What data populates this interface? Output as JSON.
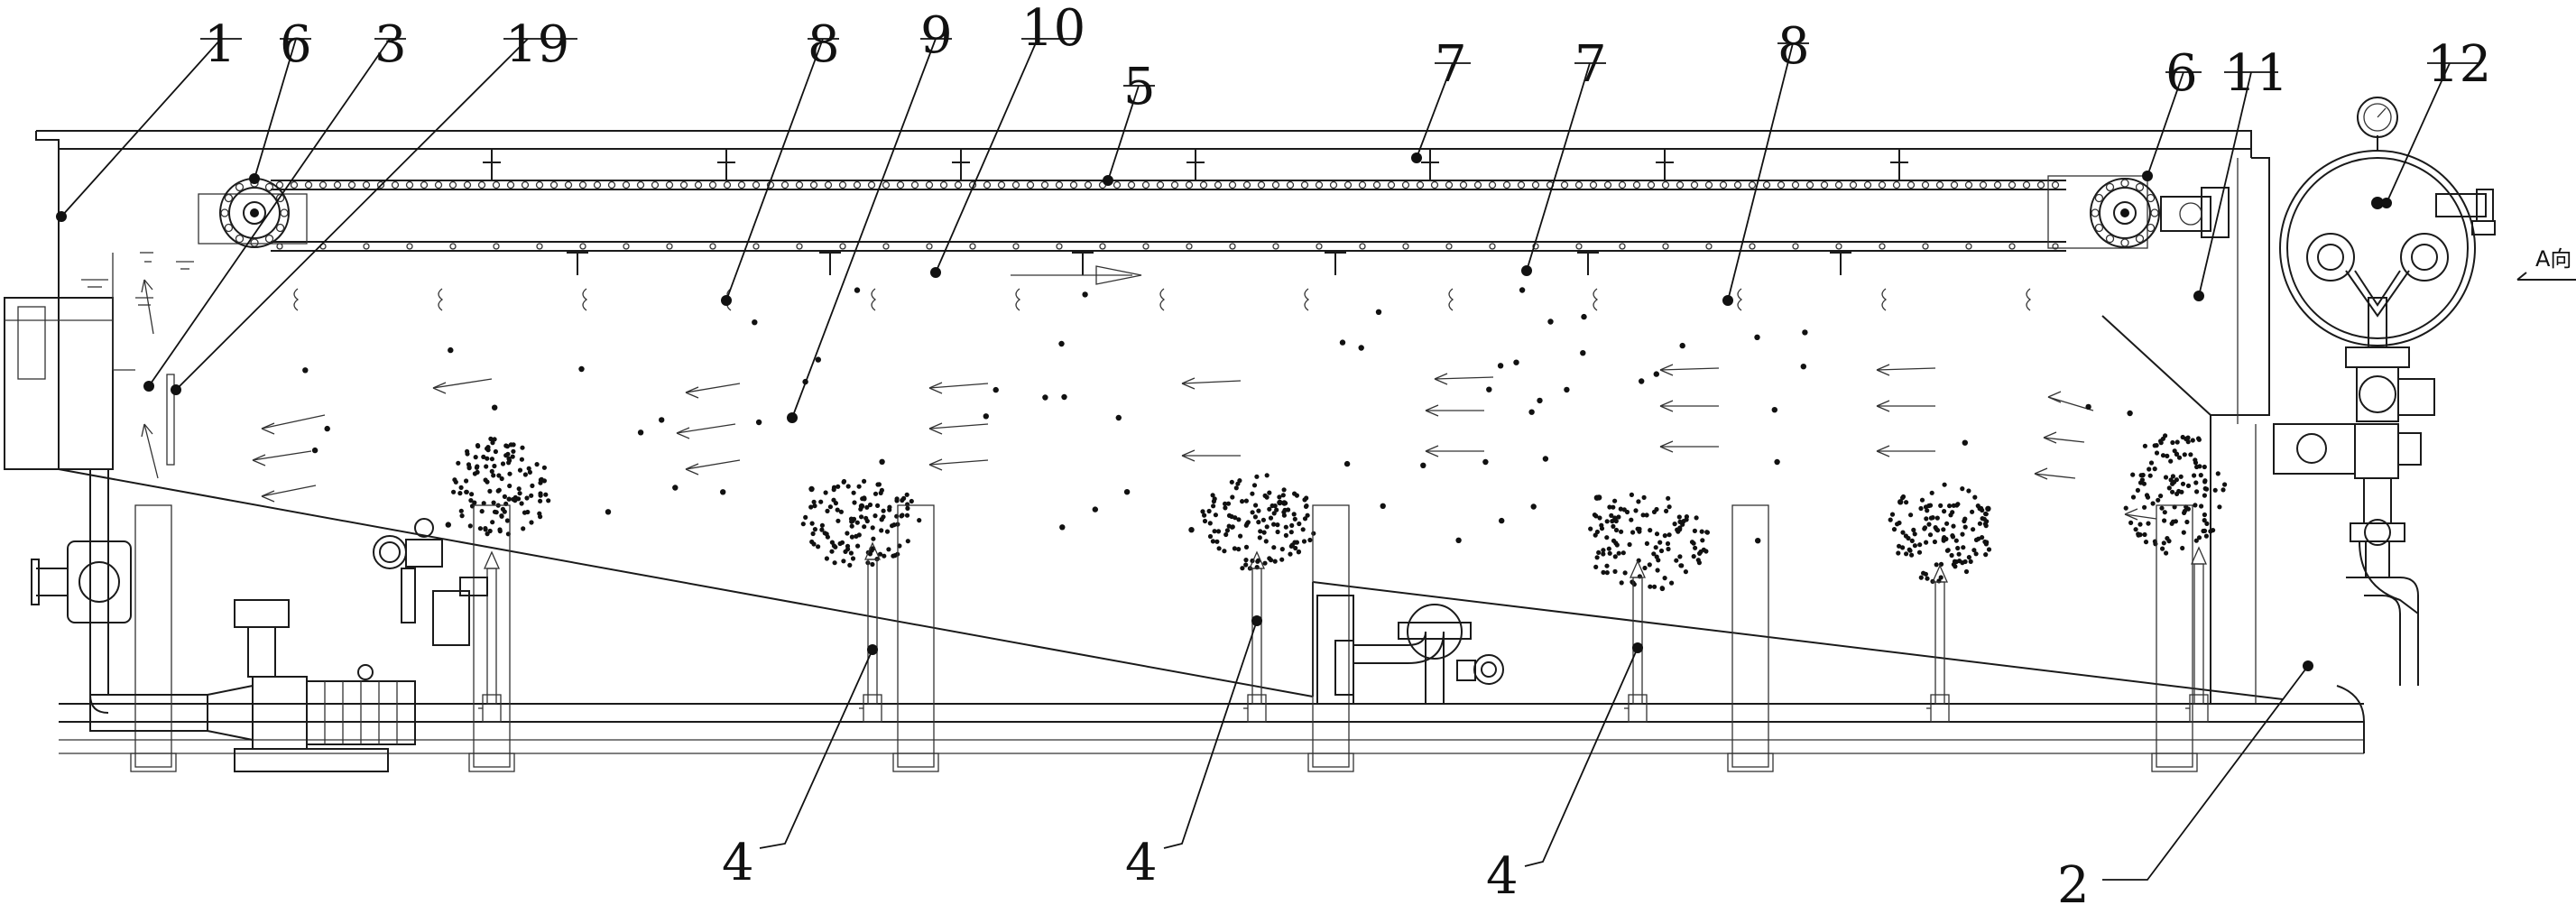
{
  "labels": {
    "l1": "1",
    "l6a": "6",
    "l3": "3",
    "l19": "19",
    "l8a": "8",
    "l9": "9",
    "l10": "10",
    "l5": "5",
    "l7a": "7",
    "l7b": "7",
    "l8b": "8",
    "l6b": "6",
    "l11": "11",
    "l12": "12",
    "l4a": "4",
    "l4b": "4",
    "l4c": "4",
    "l2": "2"
  },
  "view_marker": "A向"
}
